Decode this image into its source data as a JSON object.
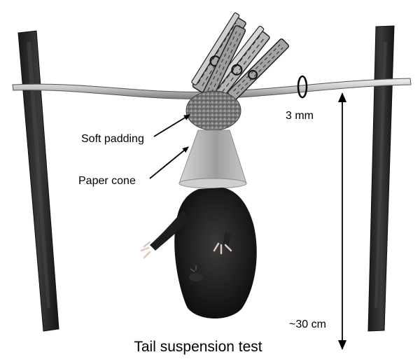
{
  "labels": {
    "soft_padding": "Soft padding",
    "paper_cone": "Paper cone",
    "bar_diameter": "3 mm",
    "height": "~30 cm",
    "title": "Tail suspension test"
  },
  "colors": {
    "post": "#2b2b2b",
    "bar": "#cfcfcf",
    "padding_ball": "#8a8a8a",
    "cone": "#b5b5b5",
    "clip": "#9a9a9a",
    "mouse": "#161616"
  }
}
